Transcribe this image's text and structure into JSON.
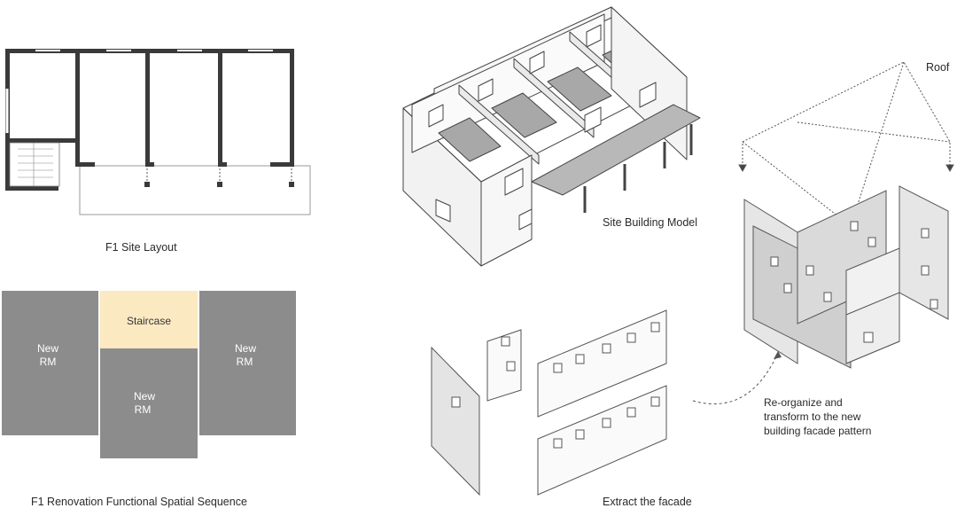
{
  "captions": {
    "site_layout": "F1 Site Layout",
    "spatial_sequence": "F1 Renovation Functional Spatial Sequence",
    "site_model": "Site Building Model",
    "roof": "Roof",
    "extract": "Extract the facade",
    "reorganize_line1": "Re-organize and",
    "reorganize_line2": "transform to the new",
    "reorganize_line3": "building facade pattern"
  },
  "spatial_blocks": {
    "left_room": [
      "New",
      "RM"
    ],
    "center_room": [
      "New",
      "RM"
    ],
    "right_room": [
      "New",
      "RM"
    ],
    "staircase": "Staircase"
  },
  "colors": {
    "room_gray": "#8c8c8c",
    "staircase_yellow": "#fbe9c2",
    "wall_dark": "#3a3a3a",
    "floor_gray": "#a8a8a8",
    "panel_gray": "#d8d8d8"
  }
}
